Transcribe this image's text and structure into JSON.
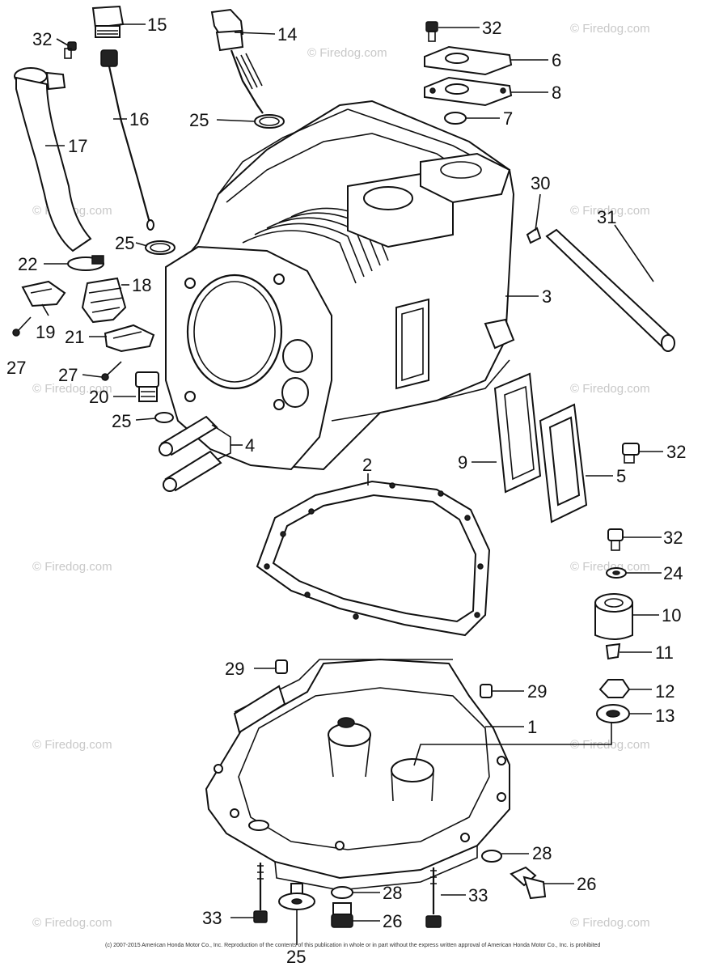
{
  "watermark": "© Firedog.com",
  "copyright": "(c) 2007-2015 American Honda Motor Co., Inc. Reproduction of the contents of this publication in whole or in part without the express written approval of American Honda Motor Co., Inc. is prohibited",
  "callouts": {
    "c1": "1",
    "c2": "2",
    "c3": "3",
    "c4": "4",
    "c5": "5",
    "c6": "6",
    "c7": "7",
    "c8": "8",
    "c9": "9",
    "c10": "10",
    "c11": "11",
    "c12": "12",
    "c13": "13",
    "c14": "14",
    "c15": "15",
    "c16": "16",
    "c17": "17",
    "c18": "18",
    "c19": "19",
    "c20": "20",
    "c21": "21",
    "c22": "22",
    "c24": "24",
    "c25a": "25",
    "c25b": "25",
    "c25c": "25",
    "c26a": "26",
    "c26b": "26",
    "c27a": "27",
    "c27b": "27",
    "c28a": "28",
    "c28b": "28",
    "c29a": "29",
    "c29b": "29",
    "c30": "30",
    "c31": "31",
    "c32a": "32",
    "c32b": "32",
    "c32c": "32",
    "c32d": "32",
    "c33a": "33",
    "c33b": "33"
  }
}
